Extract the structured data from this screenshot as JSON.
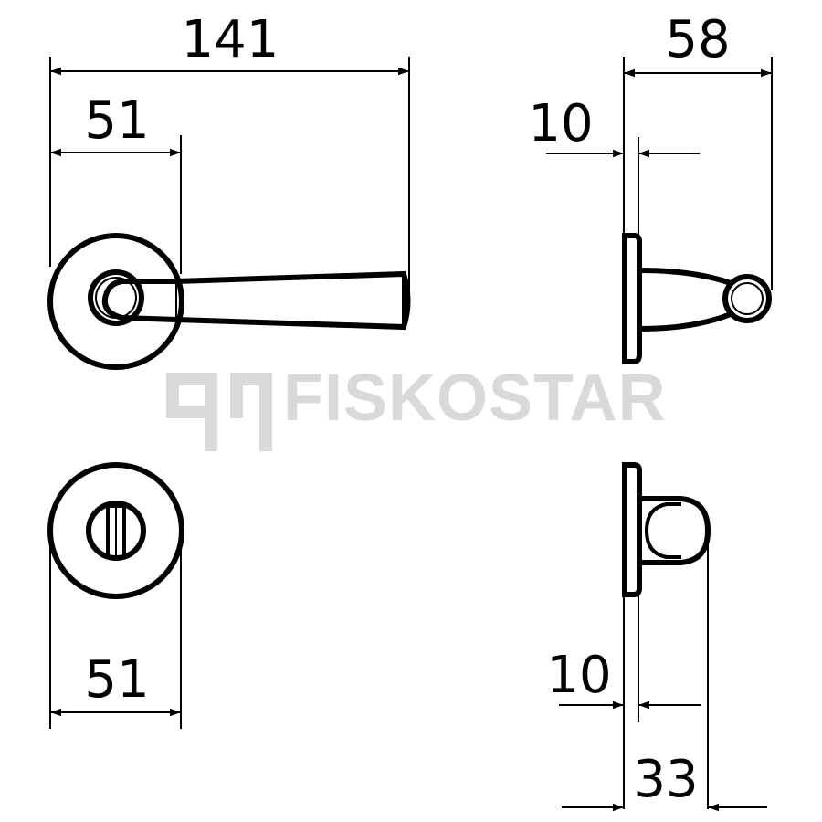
{
  "dimensions": {
    "lever_length": "141",
    "rose_diameter_top": "51",
    "side_projection": "58",
    "side_rose_thickness_top": "10",
    "escutcheon_diameter": "51",
    "side_rose_thickness_bottom": "10",
    "turn_projection": "33"
  },
  "watermark": {
    "brand": "FISKOSTAR"
  },
  "colors": {
    "line": "#000000",
    "watermark": "#d9d9d9",
    "background": "#ffffff"
  }
}
